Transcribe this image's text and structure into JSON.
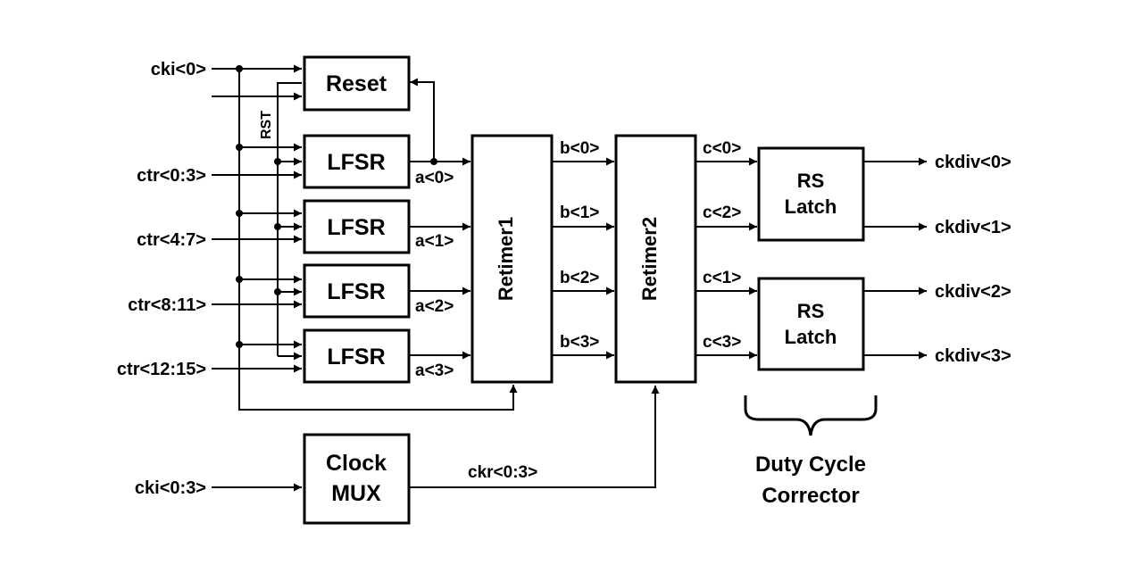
{
  "inputs": {
    "cki0": "cki<0>",
    "ctr": [
      "ctr<0:3>",
      "ctr<4:7>",
      "ctr<8:11>",
      "ctr<12:15>"
    ],
    "cki03": "cki<0:3>"
  },
  "blocks": {
    "reset": "Reset",
    "lfsr": [
      "LFSR",
      "LFSR",
      "LFSR",
      "LFSR"
    ],
    "retimer1": "Retimer1",
    "retimer2": "Retimer2",
    "clock_mux": [
      "Clock",
      "MUX"
    ],
    "rs_latch": [
      "RS",
      "Latch"
    ]
  },
  "signals": {
    "rst": "RST",
    "a": [
      "a<0>",
      "a<1>",
      "a<2>",
      "a<3>"
    ],
    "b": [
      "b<0>",
      "b<1>",
      "b<2>",
      "b<3>"
    ],
    "c": [
      "c<0>",
      "c<2>",
      "c<1>",
      "c<3>"
    ],
    "ckr": "ckr<0:3>"
  },
  "outputs": [
    "ckdiv<0>",
    "ckdiv<1>",
    "ckdiv<2>",
    "ckdiv<3>"
  ],
  "caption": [
    "Duty Cycle",
    "Corrector"
  ]
}
